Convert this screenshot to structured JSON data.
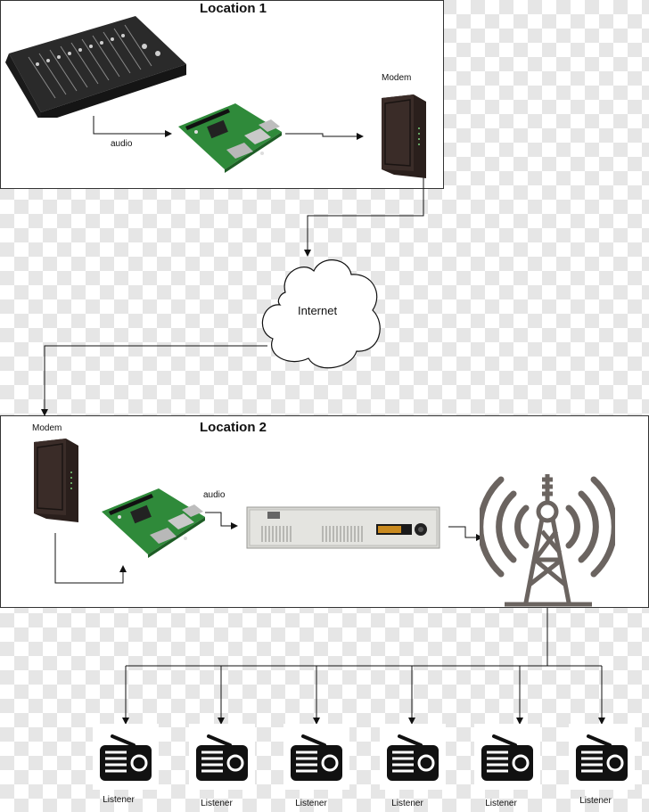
{
  "location1": {
    "title": "Location 1",
    "audio_label": "audio",
    "modem_label": "Modem"
  },
  "cloud": {
    "label": "Internet"
  },
  "location2": {
    "title": "Location 2",
    "audio_label": "audio",
    "modem_label": "Modem"
  },
  "listeners": [
    {
      "label": "Listener"
    },
    {
      "label": "Listener"
    },
    {
      "label": "Listener"
    },
    {
      "label": "Listener"
    },
    {
      "label": "Listener"
    },
    {
      "label": "Listener"
    }
  ],
  "colors": {
    "tower": "#6b6460",
    "modem": "#2a1f1c",
    "pcb": "#2f8a3a",
    "transmitter": "#d8d8d4"
  }
}
